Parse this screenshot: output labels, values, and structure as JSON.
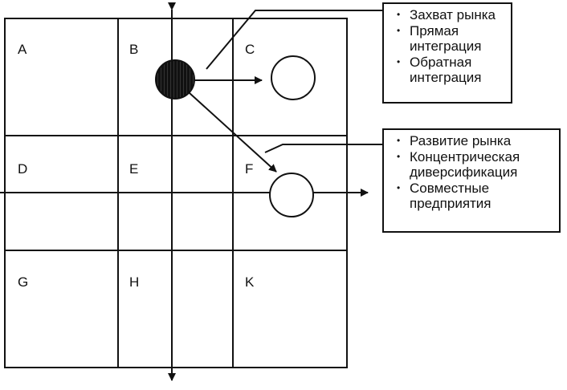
{
  "cells": [
    {
      "id": "a",
      "label": "A"
    },
    {
      "id": "b",
      "label": "B"
    },
    {
      "id": "c",
      "label": "C"
    },
    {
      "id": "d",
      "label": "D"
    },
    {
      "id": "e",
      "label": "E"
    },
    {
      "id": "f",
      "label": "F"
    },
    {
      "id": "g",
      "label": "G"
    },
    {
      "id": "h",
      "label": "H"
    },
    {
      "id": "k",
      "label": "K"
    }
  ],
  "callout_top": {
    "items": [
      "Захват рынка",
      "Прямая интеграция",
      "Обратная интеграция"
    ]
  },
  "callout_bottom": {
    "items": [
      "Развитие рынка",
      "Концентрическая диверсификация",
      "Совместные предприятия"
    ]
  }
}
